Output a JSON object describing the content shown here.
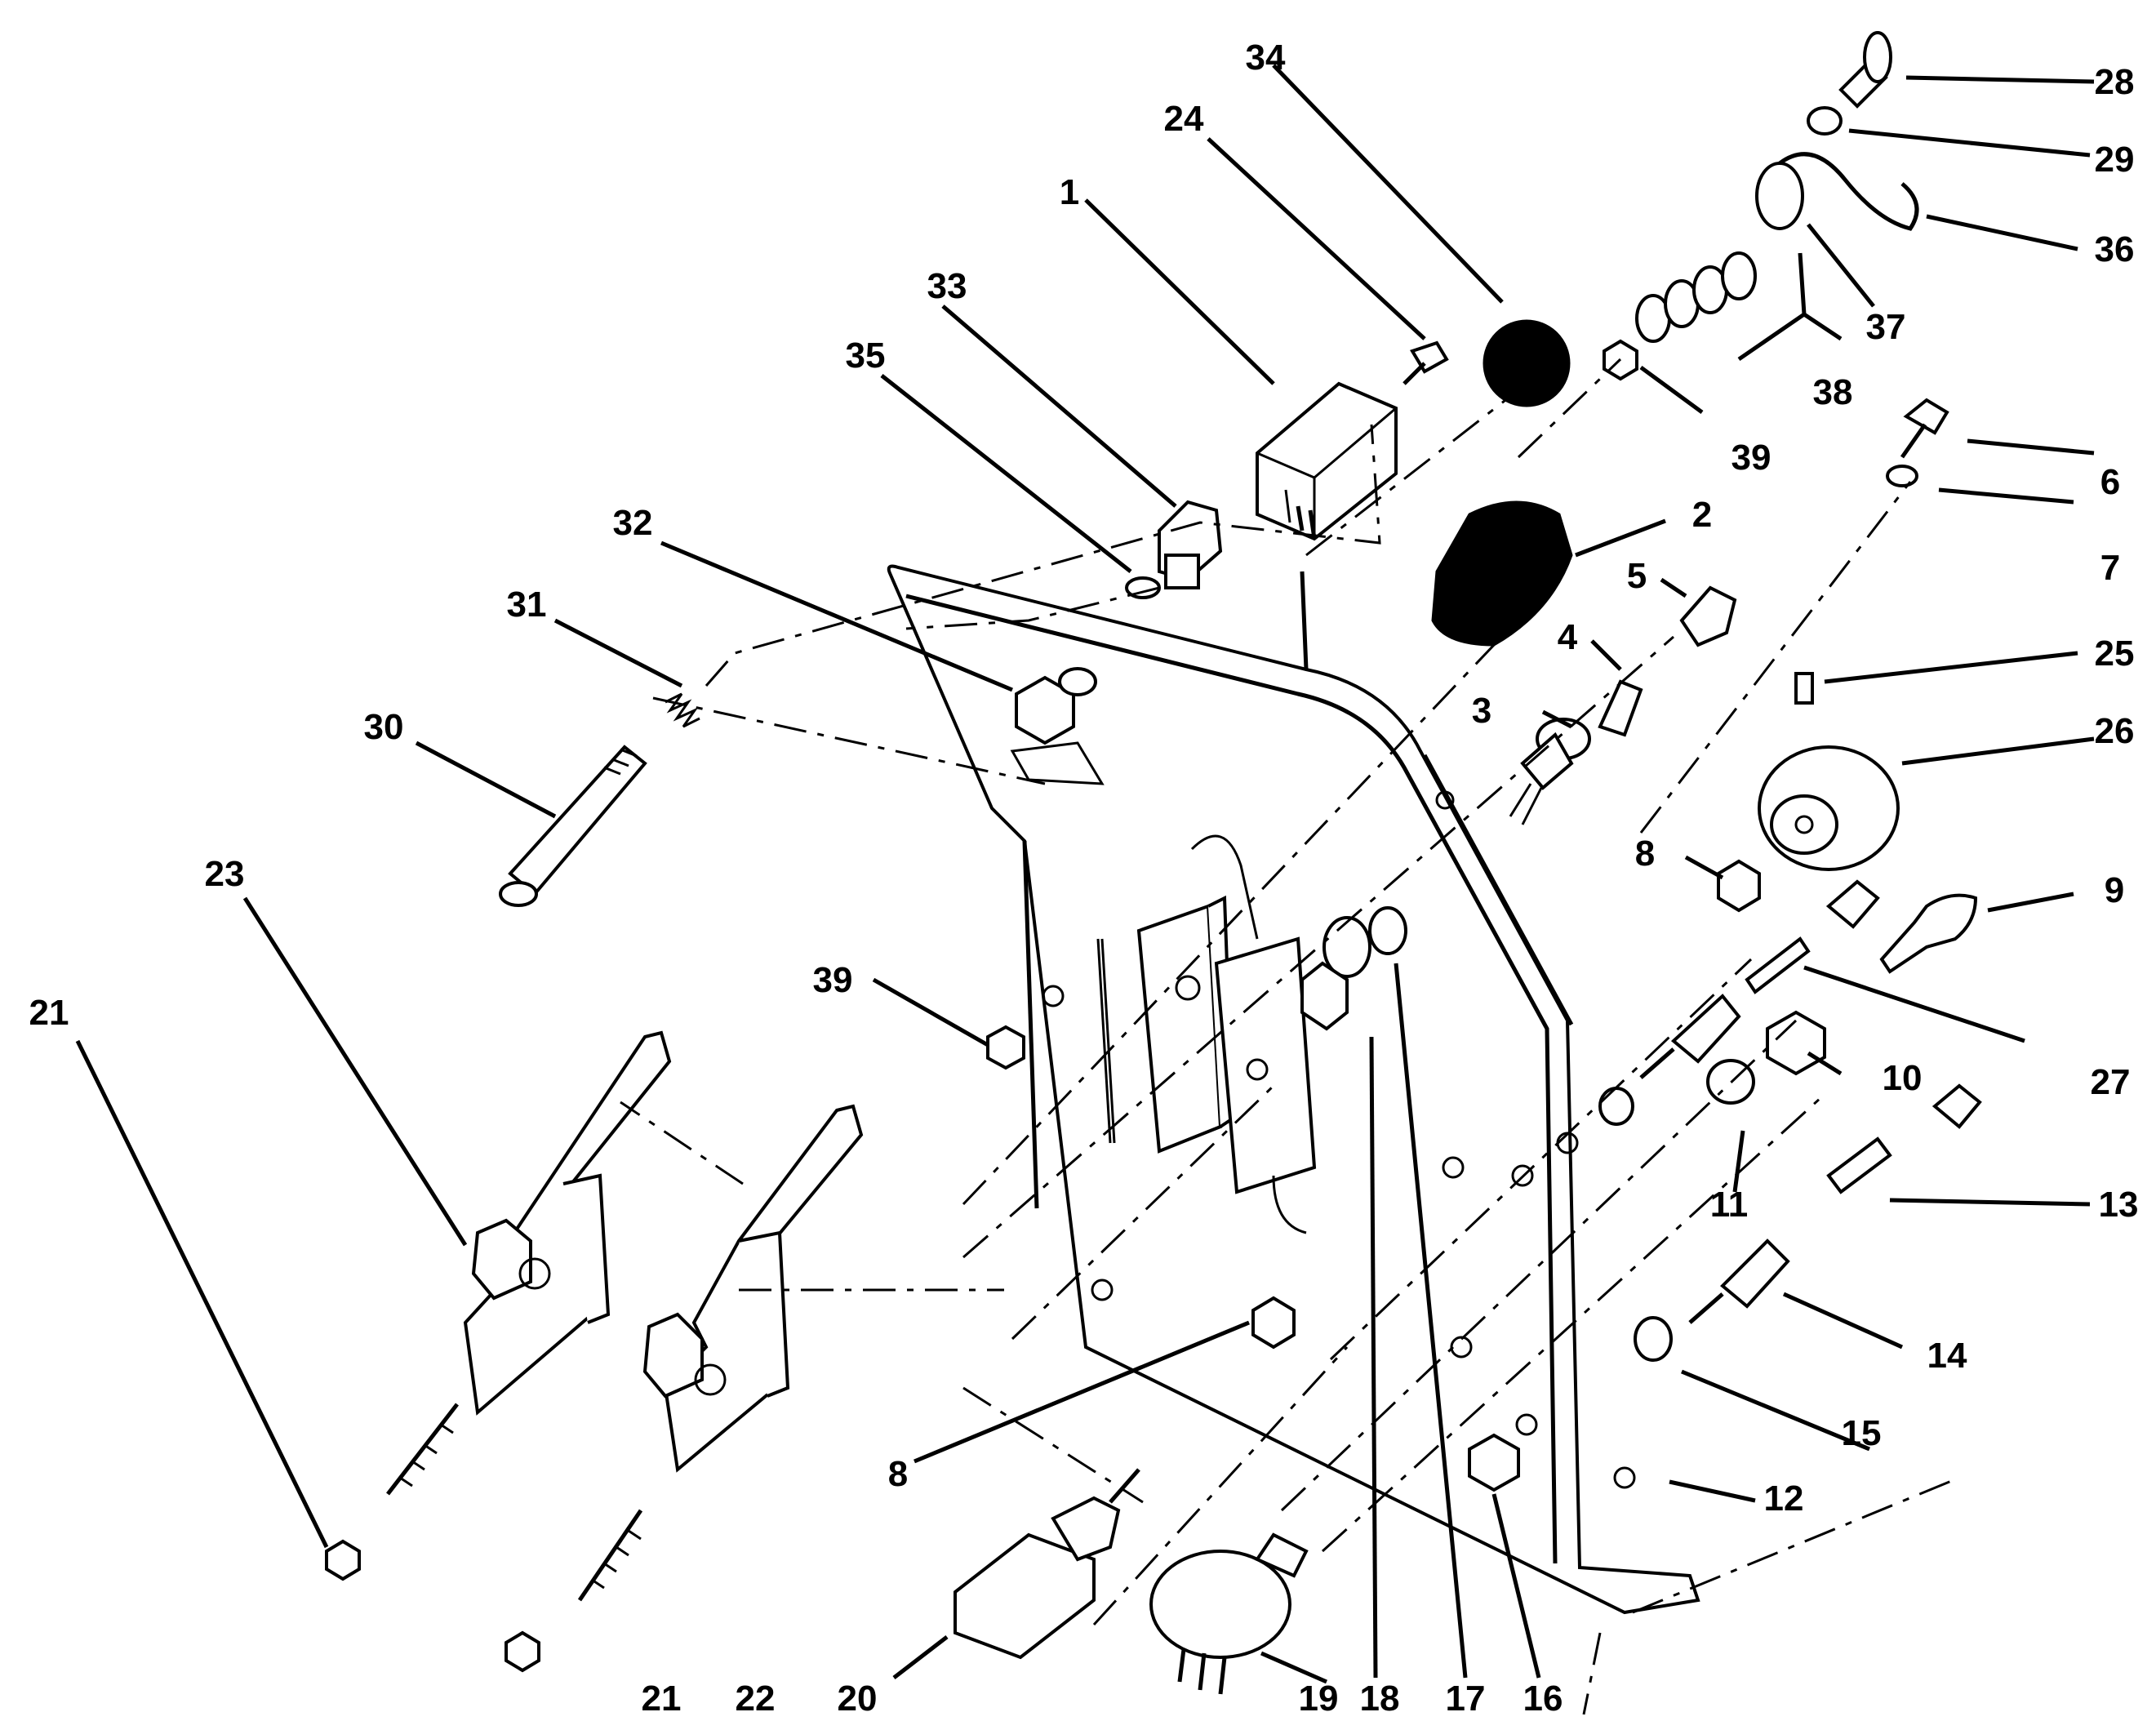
{
  "callouts": {
    "c1": "1",
    "c2": "2",
    "c3": "3",
    "c4": "4",
    "c5": "5",
    "c6": "6",
    "c7": "7",
    "c8a": "8",
    "c8b": "8",
    "c9": "9",
    "c10": "10",
    "c11": "11",
    "c12": "12",
    "c13": "13",
    "c14": "14",
    "c15": "15",
    "c16": "16",
    "c17": "17",
    "c18": "18",
    "c19": "19",
    "c20": "20",
    "c21a": "21",
    "c21b": "21",
    "c22": "22",
    "c23": "23",
    "c24": "24",
    "c25": "25",
    "c26": "26",
    "c27": "27",
    "c28": "28",
    "c29": "29",
    "c30": "30",
    "c31": "31",
    "c32": "32",
    "c33": "33",
    "c34": "34",
    "c35": "35",
    "c36": "36",
    "c37": "37",
    "c38": "38",
    "c39a": "39",
    "c39b": "39"
  },
  "colors": {
    "ink": "#000000",
    "paper": "#ffffff"
  }
}
